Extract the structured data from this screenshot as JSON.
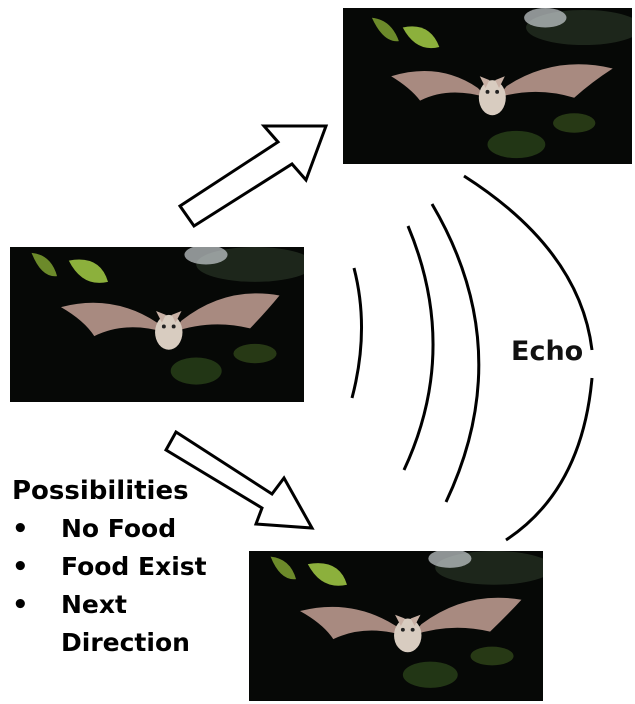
{
  "diagram": {
    "echo_label": "Echo",
    "possibilities": {
      "title": "Possibilities",
      "items": [
        "No Food",
        "Food Exist",
        "Next Direction"
      ]
    },
    "colors": {
      "photo_background": "#060806",
      "bat_wing": "#a88a80",
      "leaf": "#8cb03c"
    }
  }
}
